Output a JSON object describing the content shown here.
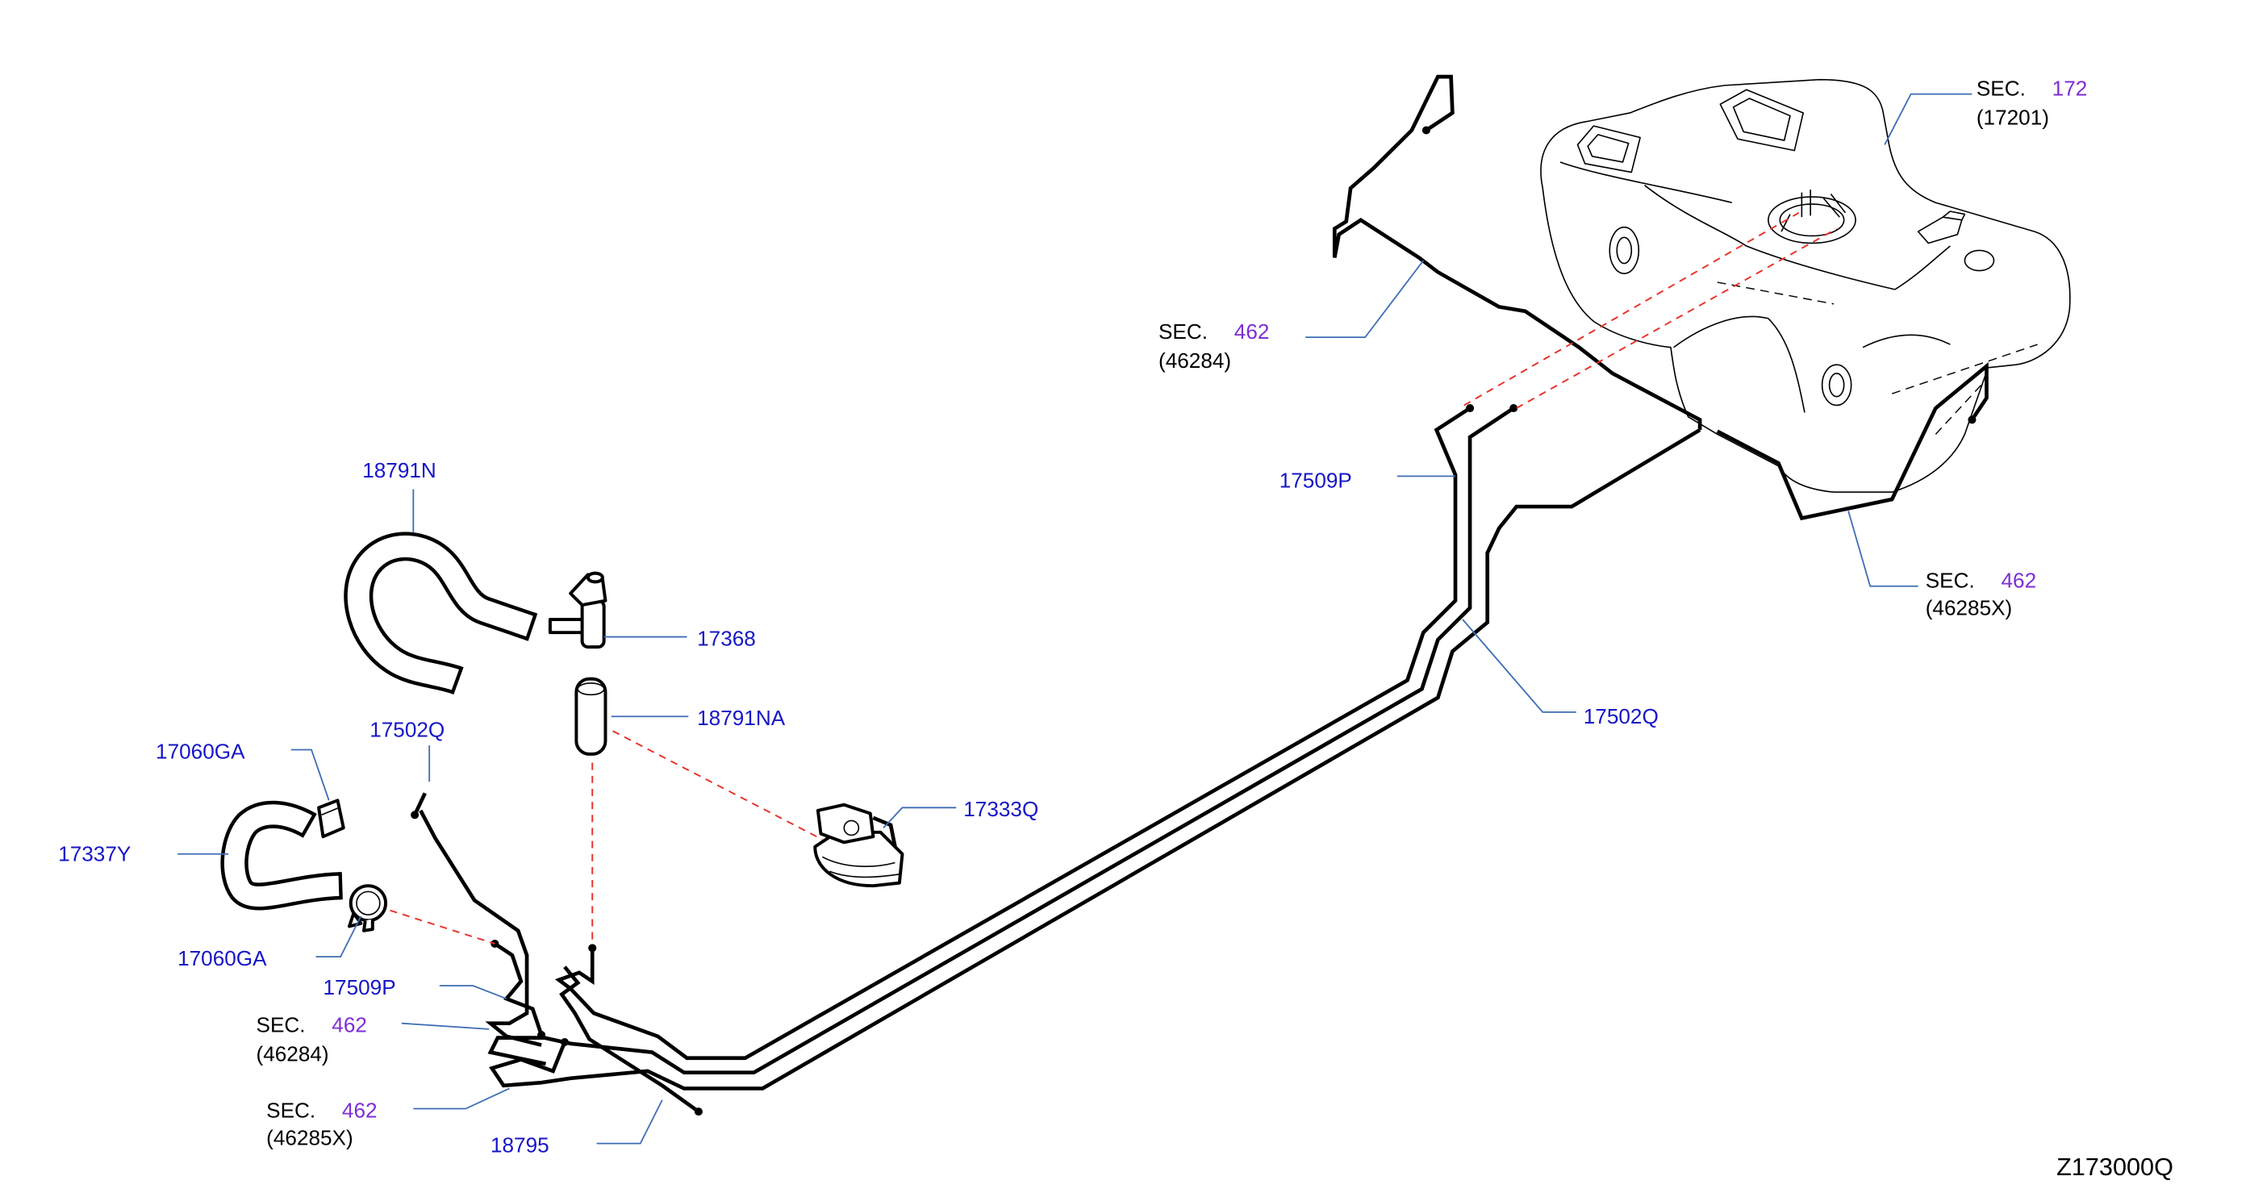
{
  "labels": {
    "tank_section": {
      "prefix": "SEC.",
      "section": "172",
      "ref": "(17201)"
    },
    "upper_section_46284": {
      "prefix": "SEC.",
      "section": "462",
      "ref": "(46284)"
    },
    "upper_17509P": "17509P",
    "right_section_46285X": {
      "prefix": "SEC.",
      "section": "462",
      "ref": "(46285X)"
    },
    "upper_17502Q": "17502Q",
    "part_18791N": "18791N",
    "part_17368": "17368",
    "part_18791NA": "18791NA",
    "lower_17502Q": "17502Q",
    "upper_17060GA": "17060GA",
    "part_17337Y": "17337Y",
    "lower_17060GA": "17060GA",
    "part_17333Q": "17333Q",
    "lower_17509P": "17509P",
    "lower_section_46284": {
      "prefix": "SEC.",
      "section": "462",
      "ref": "(46284)"
    },
    "lower_section_46285X": {
      "prefix": "SEC.",
      "section": "462",
      "ref": "(46285X)"
    },
    "part_18795": "18795"
  },
  "diagram_code": "Z173000Q",
  "colors": {
    "part_number": "#1616c8",
    "section_number": "#7d2ed4",
    "leader_line": "#3d6db5",
    "dashed_link": "#e8342c",
    "line_art": "#000000"
  }
}
